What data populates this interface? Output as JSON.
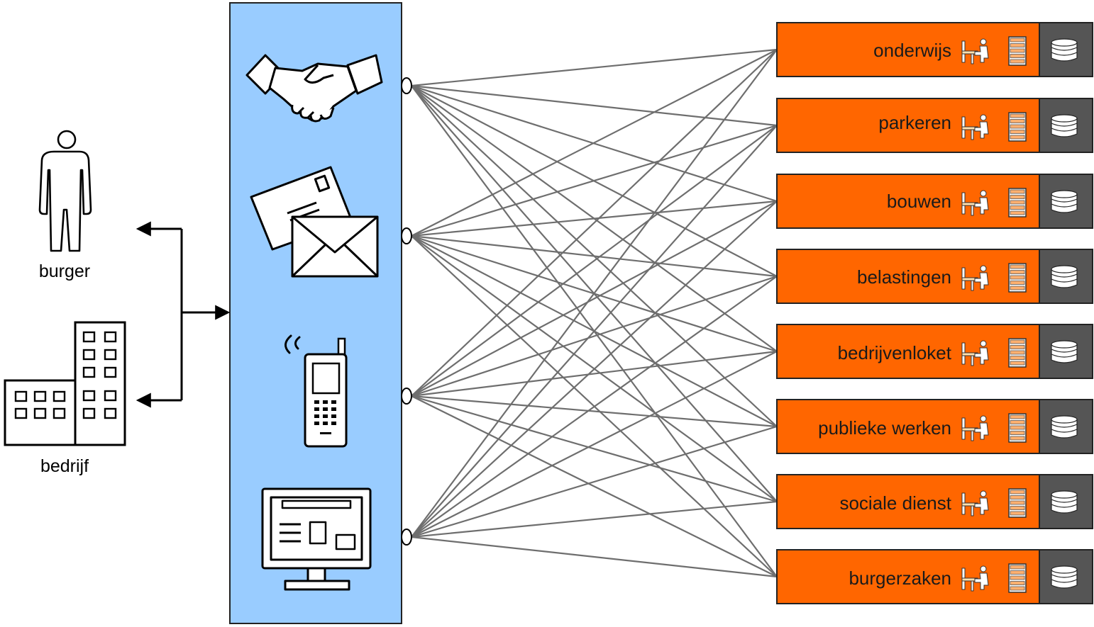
{
  "actors": [
    {
      "id": "burger",
      "label": "burger",
      "icon": "person-icon"
    },
    {
      "id": "bedrijf",
      "label": "bedrijf",
      "icon": "office-building-icon"
    }
  ],
  "channels": [
    {
      "id": "counter",
      "icon": "handshake-icon"
    },
    {
      "id": "mail",
      "icon": "mail-envelope-icon"
    },
    {
      "id": "phone",
      "icon": "mobile-phone-icon"
    },
    {
      "id": "web",
      "icon": "computer-monitor-icon"
    }
  ],
  "departments": [
    {
      "id": "onderwijs",
      "label": "onderwijs"
    },
    {
      "id": "parkeren",
      "label": "parkeren"
    },
    {
      "id": "bouwen",
      "label": "bouwen"
    },
    {
      "id": "belastingen",
      "label": "belastingen"
    },
    {
      "id": "bedrijvenloket",
      "label": "bedrijvenloket"
    },
    {
      "id": "publieke-werken",
      "label": "publieke werken"
    },
    {
      "id": "sociale-dienst",
      "label": "sociale dienst"
    },
    {
      "id": "burgerzaken",
      "label": "burgerzaken"
    }
  ],
  "department_icons": [
    "office-worker-icon",
    "server-rack-icon",
    "database-icon"
  ],
  "connections": "every-channel-to-every-department",
  "colors": {
    "channel_panel": "#99ccff",
    "department_bar": "#ff6600",
    "database_box": "#555555",
    "connector_lines": "#6e6e6e"
  }
}
